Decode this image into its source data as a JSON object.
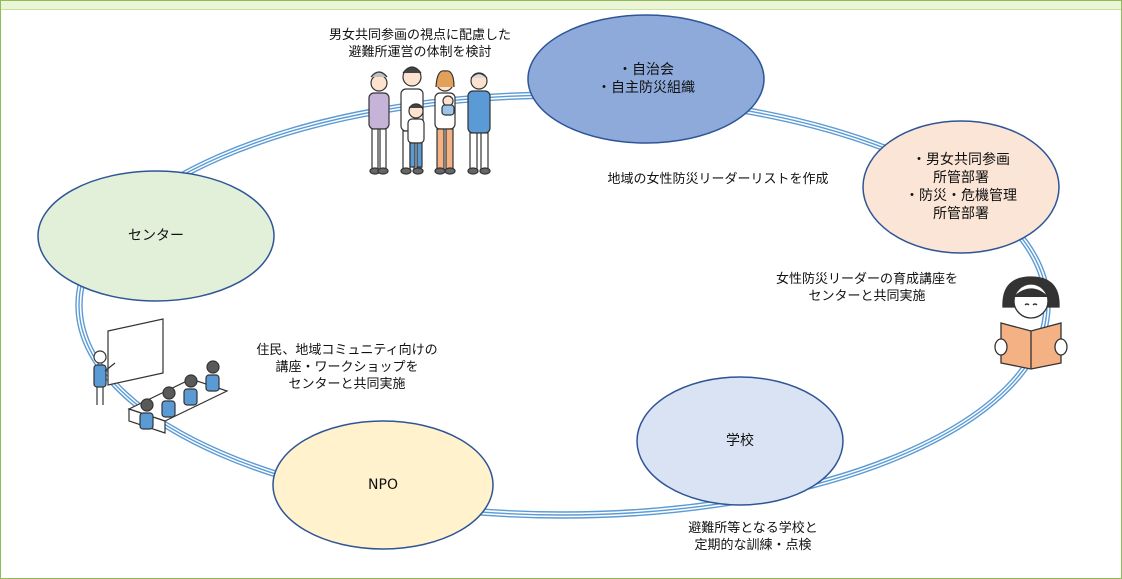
{
  "nodes": {
    "community": {
      "lines": [
        "・自治会",
        "・自主防災組織"
      ]
    },
    "government": {
      "lines": [
        "・男女共同参画",
        "所管部署",
        "・防災・危機管理",
        "所管部署"
      ]
    },
    "school": {
      "lines": [
        "学校"
      ]
    },
    "npo": {
      "lines": [
        "NPO"
      ]
    },
    "center": {
      "lines": [
        "センター"
      ]
    }
  },
  "annotations": {
    "shelter_planning": [
      "男女共同参画の視点に配慮した",
      "避難所運営の体制を検討"
    ],
    "leader_list": [
      "地域の女性防災リーダーリストを作成"
    ],
    "leader_training": [
      "女性防災リーダーの育成講座を",
      "センターと共同実施"
    ],
    "community_course": [
      "住民、地域コミュニティ向けの",
      "講座・ワークショップを",
      "センターと共同実施"
    ],
    "school_drill": [
      "避難所等となる学校と",
      "定期的な訓練・点検"
    ]
  },
  "colors": {
    "community_fill": "#8eaadb",
    "government_fill": "#fbe5d6",
    "school_fill": "#dae3f3",
    "npo_fill": "#fff2cc",
    "center_fill": "#e2f0d9",
    "node_stroke": "#2f5597",
    "ring_stroke": "#5b9bd5",
    "frame_border": "#8fbc5a"
  },
  "icons": {
    "family": "family-group-icon",
    "reader": "person-reading-book-icon",
    "classroom": "classroom-lecture-icon"
  }
}
